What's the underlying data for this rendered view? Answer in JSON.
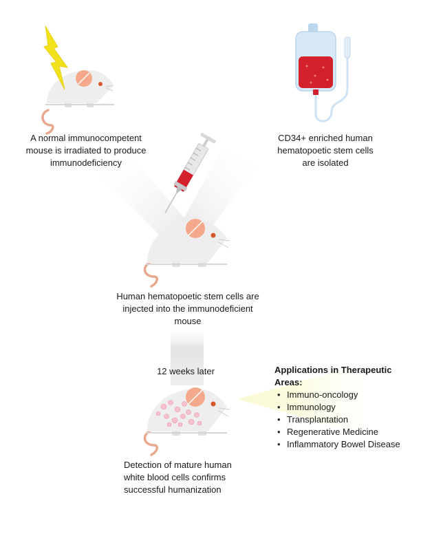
{
  "steps": {
    "irradiation": {
      "lines": [
        "A normal immunocompetent",
        "mouse is irradiated to produce",
        "immunodeficiency"
      ]
    },
    "isolation": {
      "lines": [
        "CD34+ enriched human",
        "hematopoetic stem cells",
        "are isolated"
      ]
    },
    "injection": {
      "lines": [
        "Human hematopoetic stem cells are",
        "injected into the immunodeficient",
        "mouse"
      ]
    },
    "timing": {
      "label": "12 weeks later"
    },
    "detection": {
      "lines": [
        "Detection of mature human",
        "white blood cells confirms",
        "successful humanization"
      ]
    }
  },
  "applications": {
    "title": "Applications in Therapeutic Areas:",
    "items": [
      "Immuno-oncology",
      "Immunology",
      "Transplantation",
      "Regenerative Medicine",
      "Inflammatory Bowel Disease"
    ]
  },
  "colors": {
    "mouse_body": "#eeeeee",
    "mouse_outline": "#cccccc",
    "ear": "#f4a98c",
    "tail": "#e8a88e",
    "lightning": "#f2e21c",
    "blood": "#d2202c",
    "iv_bag": "#cfe3f4",
    "beam": "#e9e9e9",
    "highlight": "#fbfbdf"
  },
  "icons": {
    "lightning": "lightning-bolt-icon",
    "iv_bag": "iv-blood-bag-icon",
    "syringe": "syringe-icon",
    "mouse": "mouse-icon"
  }
}
